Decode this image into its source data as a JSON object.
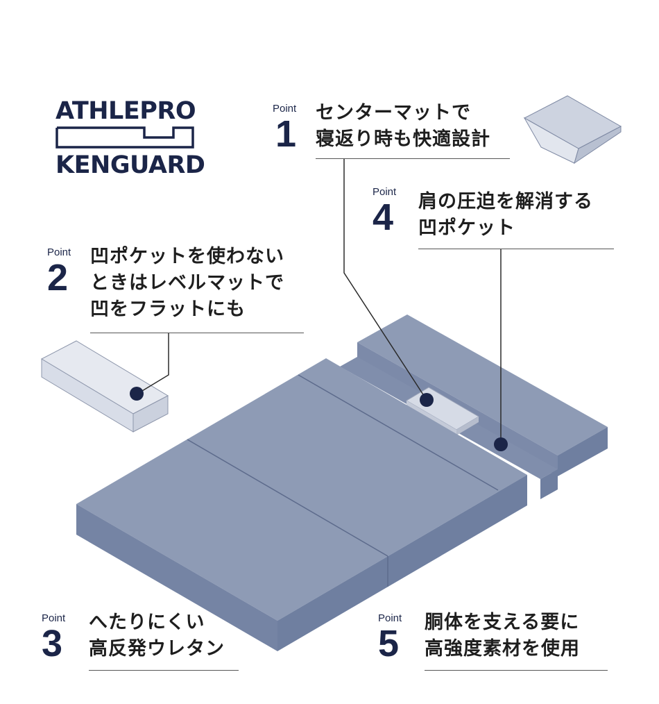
{
  "logo": {
    "line1": "ATHLEPRO",
    "line2": "KENGUARD"
  },
  "points": [
    {
      "word": "Point",
      "number": "1",
      "lines": [
        "センターマットで",
        "寝返り時も快適設計"
      ]
    },
    {
      "word": "Point",
      "number": "2",
      "lines": [
        "凹ポケットを使わない",
        "ときはレベルマットで",
        "凹をフラットにも"
      ]
    },
    {
      "word": "Point",
      "number": "3",
      "lines": [
        "へたりにくい",
        "高反発ウレタン"
      ]
    },
    {
      "word": "Point",
      "number": "4",
      "lines": [
        "肩の圧迫を解消する",
        "凹ポケット"
      ]
    },
    {
      "word": "Point",
      "number": "5",
      "lines": [
        "胴体を支える要に",
        "高強度素材を使用"
      ]
    }
  ],
  "colors": {
    "navy": "#1b2548",
    "mat_top": "#8e9bb5",
    "mat_side": "#6f7fa0",
    "mat_light": "#d6dbe6"
  }
}
